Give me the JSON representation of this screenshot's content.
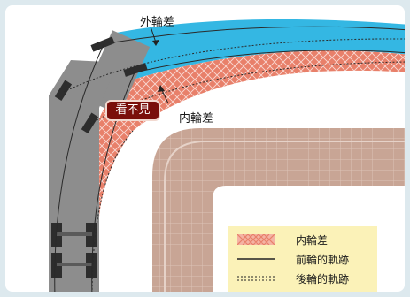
{
  "labels": {
    "outer_wheel_difference": "外輪差",
    "inner_wheel_difference": "内輪差",
    "blind_spot": "看不見"
  },
  "legend": {
    "items": [
      {
        "label": "内輪差",
        "icon": "crosshatch-swatch"
      },
      {
        "label": "前輪的軌跡",
        "icon": "solid-line"
      },
      {
        "label": "後輪的軌跡",
        "icon": "dotted-line"
      }
    ]
  },
  "colors": {
    "outer_band": "#34b7e3",
    "inner_band": "#e8806a",
    "inner_band_hatch": "#ffffff",
    "truck": "#8d8d8d",
    "tire": "#2d2d2d",
    "building": "#c8a595",
    "building_grid": "#ddc3b6",
    "blind_badge": "#7a0f0b",
    "legend_bg": "#fbf2b8",
    "background": "#dde9ee"
  }
}
